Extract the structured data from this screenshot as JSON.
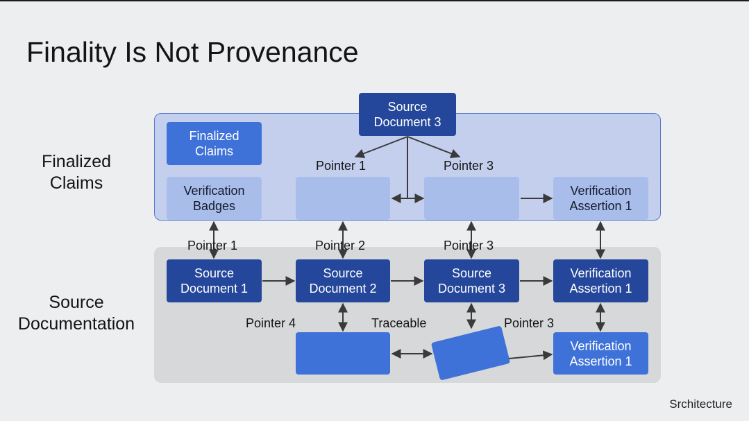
{
  "title": "Finality Is Not Provenance",
  "row_labels": {
    "top": [
      "Finalized",
      "Claims"
    ],
    "bottom": [
      "Source",
      "Documentation"
    ]
  },
  "boxes": {
    "source_doc_3_top": [
      "Source",
      "Document 3"
    ],
    "finalized_claims": [
      "Finalized",
      "Claims"
    ],
    "verification_badges": [
      "Verification",
      "Badges"
    ],
    "verification_assertion_top": [
      "Verification",
      "Assertion 1"
    ],
    "source_doc_1": [
      "Source",
      "Document 1"
    ],
    "source_doc_2": [
      "Source",
      "Document 2"
    ],
    "source_doc_3": [
      "Source",
      "Document 3"
    ],
    "verification_assertion_mid": [
      "Verification",
      "Assertion 1"
    ],
    "verification_assertion_bottom": [
      "Verification",
      "Assertion 1"
    ]
  },
  "labels": {
    "pointer_1_top": "Pointer 1",
    "pointer_3_top": "Pointer 3",
    "pointer_1_mid": "Pointer 1",
    "pointer_2_mid": "Pointer 2",
    "pointer_3_mid": "Pointer 3",
    "pointer_4": "Pointer 4",
    "traceable": "Traceable",
    "pointer_3_bottom": "Pointer 3"
  },
  "footer": "Srchitecture"
}
